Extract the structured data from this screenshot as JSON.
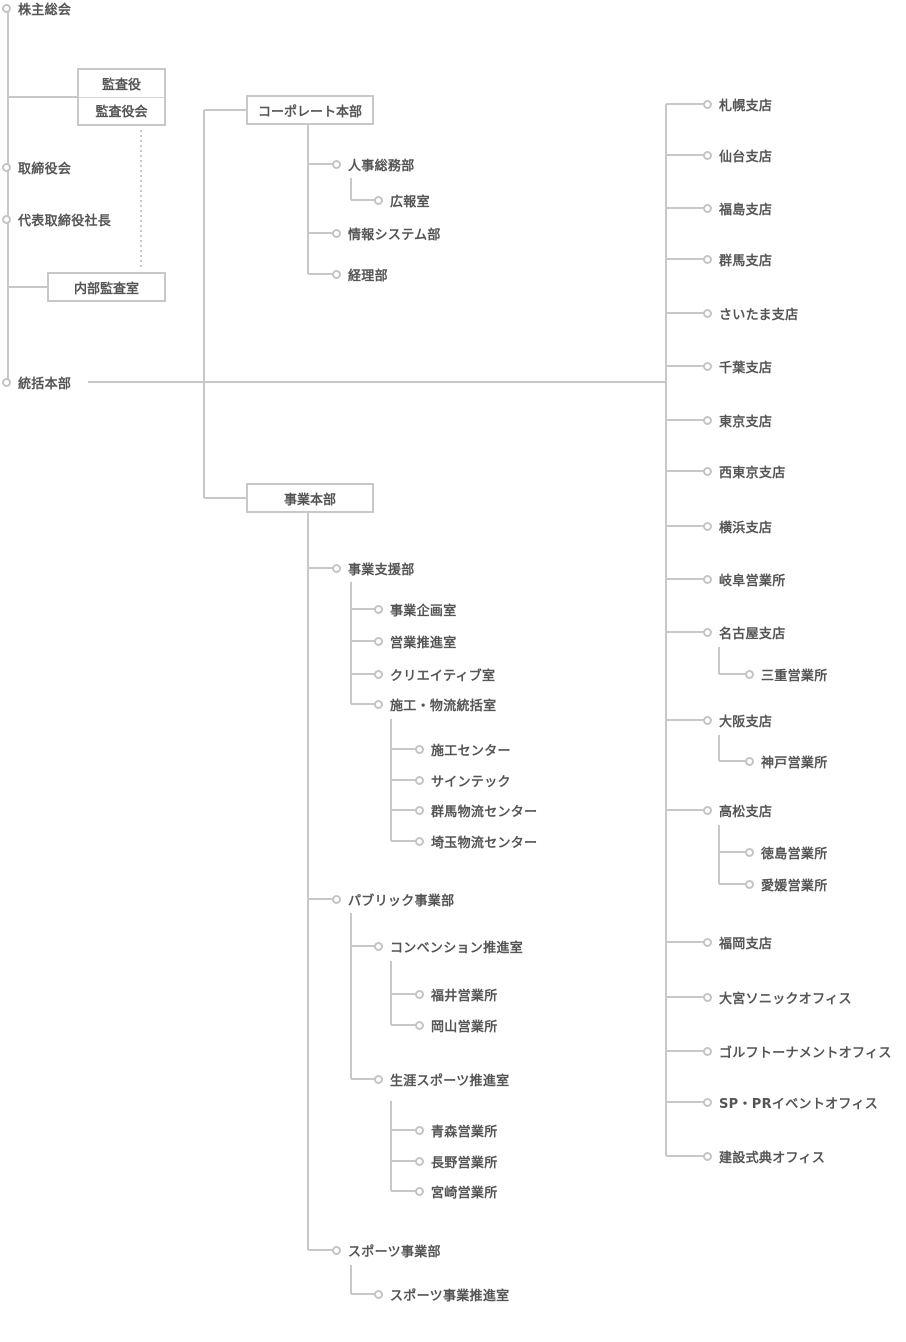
{
  "colors": {
    "line": "#c8c8c8",
    "text": "#555555"
  },
  "board": {
    "shareholders": "株主総会",
    "auditor": "監査役",
    "audit_board": "監査役会",
    "board_of_directors": "取締役会",
    "president": "代表取締役社長",
    "internal_audit": "内部監査室",
    "headquarters": "統括本部"
  },
  "corporate": {
    "title": "コーポレート本部",
    "hr": "人事総務部",
    "pr": "広報室",
    "it": "情報システム部",
    "accounting": "経理部"
  },
  "business": {
    "title": "事業本部",
    "support": {
      "label": "事業支援部",
      "planning": "事業企画室",
      "sales_promo": "営業推進室",
      "creative": "クリエイティブ室",
      "construction": {
        "label": "施工・物流統括室",
        "items": [
          "施工センター",
          "サインテック",
          "群馬物流センター",
          "埼玉物流センター"
        ]
      }
    },
    "public": {
      "label": "パブリック事業部",
      "convention": {
        "label": "コンベンション推進室",
        "items": [
          "福井営業所",
          "岡山営業所"
        ]
      },
      "lifelong_sports": {
        "label": "生涯スポーツ推進室",
        "items": [
          "青森営業所",
          "長野営業所",
          "宮崎営業所"
        ]
      }
    },
    "sports": {
      "label": "スポーツ事業部",
      "promotion": "スポーツ事業推進室"
    }
  },
  "branches": {
    "sapporo": "札幌支店",
    "sendai": "仙台支店",
    "fukushima": "福島支店",
    "gunma": "群馬支店",
    "saitama": "さいたま支店",
    "chiba": "千葉支店",
    "tokyo": "東京支店",
    "nishitokyo": "西東京支店",
    "yokohama": "横浜支店",
    "gifu": "岐阜営業所",
    "nagoya": "名古屋支店",
    "mie": "三重営業所",
    "osaka": "大阪支店",
    "kobe": "神戸営業所",
    "takamatsu": "高松支店",
    "tokushima": "徳島営業所",
    "ehime": "愛媛営業所",
    "fukuoka": "福岡支店",
    "omiya_sonic": "大宮ソニックオフィス",
    "golf": "ゴルフトーナメントオフィス",
    "sp_pr": "SP・PRイベントオフィス",
    "ceremony": "建設式典オフィス"
  }
}
